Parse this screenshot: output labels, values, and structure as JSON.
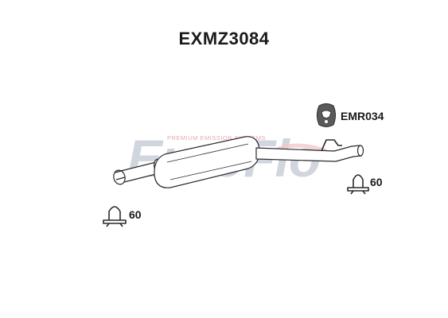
{
  "part_number": "EXMZ3084",
  "watermark": {
    "brand": "EuroFlo",
    "tagline": "PREMIUM EMISSION SYSTEMS",
    "colors": {
      "primary": "#c9ced8",
      "accent": "#f4c9cb"
    }
  },
  "accessories": {
    "mounting": {
      "code": "EMR034",
      "icon": "rubber-mount-icon"
    },
    "clamp_right": {
      "size": "60",
      "icon": "u-clamp-icon"
    },
    "clamp_left": {
      "size": "60",
      "icon": "u-clamp-icon"
    }
  },
  "colors": {
    "line": "#2a2a2a",
    "text": "#1a1a1a",
    "mount_fill": "#5a5a5a"
  }
}
